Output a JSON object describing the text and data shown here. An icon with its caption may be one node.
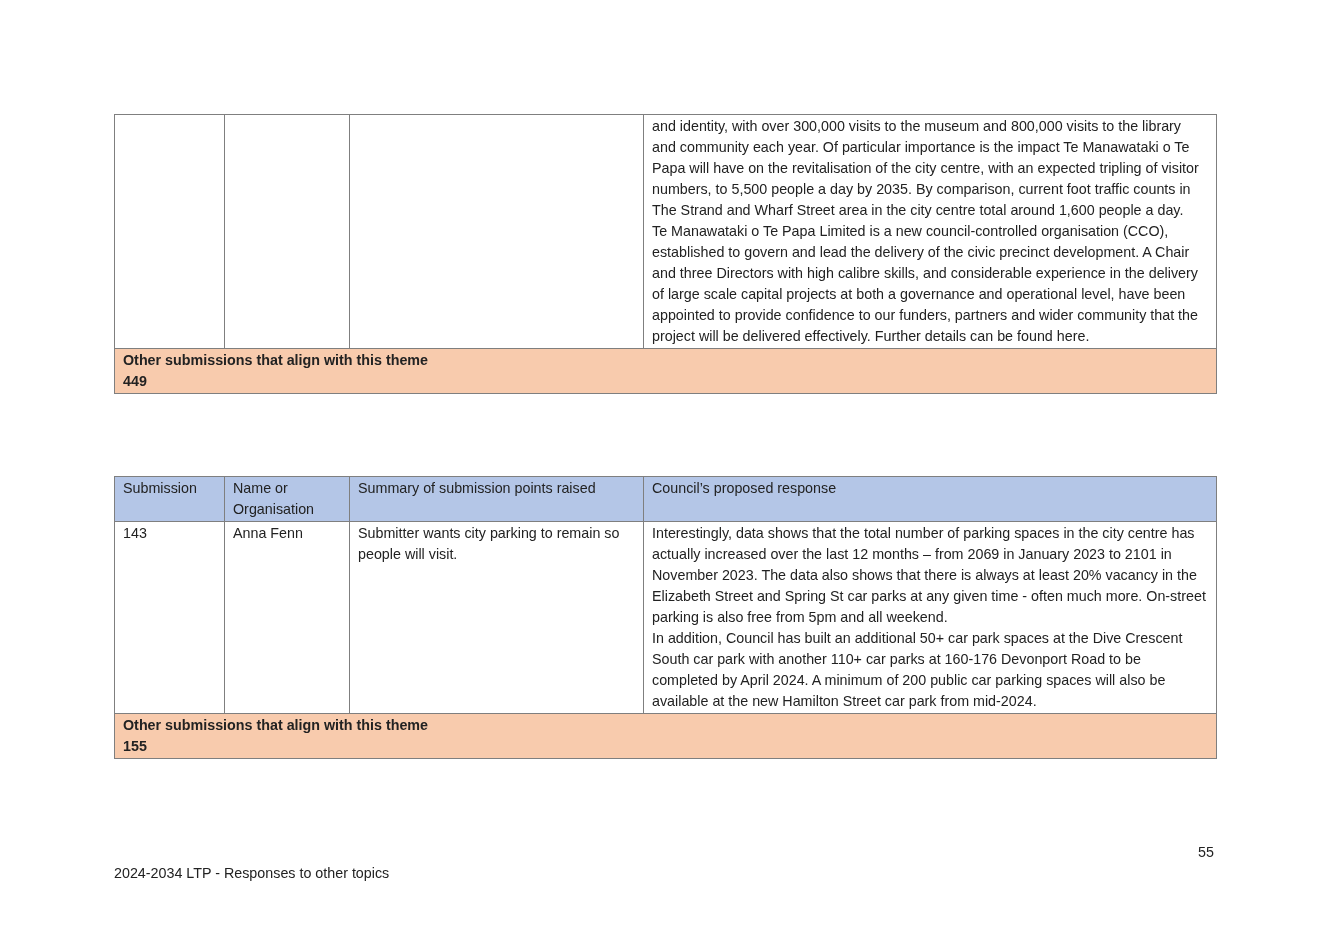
{
  "diagram": {
    "labels": [
      "and identity, with over 300,000 visits to the museum and 800,000 visits to the library and community each year. Of particular importance is the impact Te Manawataki o Te Papa will have on the revitalisation of the city centre, with an expected tripling of visitor numbers, to 5,500 people a day by 2035. By comparison, current foot traffic counts in The Strand and Wharf Street area in the city centre total around 1,600 people a day.",
      "Te Manawataki o Te Papa Limited is a new council-controlled organisation (CCO), established to govern and lead the delivery of the civic precinct development. A Chair and three Directors with high calibre skills, and considerable experience in the delivery of large scale capital projects at both a governance and operational level, have been appointed to provide confidence to our funders, partners and wider community that the project will be delivered effectively. Further details can be found here.",
      "Other submissions that align with this theme",
      "449",
      "Submission",
      "Name or Organisation",
      "Summary of submission points raised",
      "Council’s proposed response",
      "143",
      "Anna Fenn",
      "Submitter wants city parking to remain so people will visit.",
      "Interestingly, data shows that the total number of parking spaces in the city centre has actually increased over the last 12 months – from 2069 in January 2023 to 2101 in November 2023. The data also shows that there is always at least 20% vacancy in the Elizabeth Street and Spring St car parks at any given time - often much more. On-street parking is also free from 5pm and all weekend.",
      "In addition, Council has built an additional 50+ car park spaces at the Dive Crescent South car park with another 110+ car parks at 160-176 Devonport Road to be completed by April 2024.  A minimum of 200 public car parking spaces will also be available at the new Hamilton Street car park from mid-2024.",
      "Other submissions that align with this theme",
      "155",
      "55",
      "2024-2034 LTP - Responses to other topics"
    ]
  }
}
